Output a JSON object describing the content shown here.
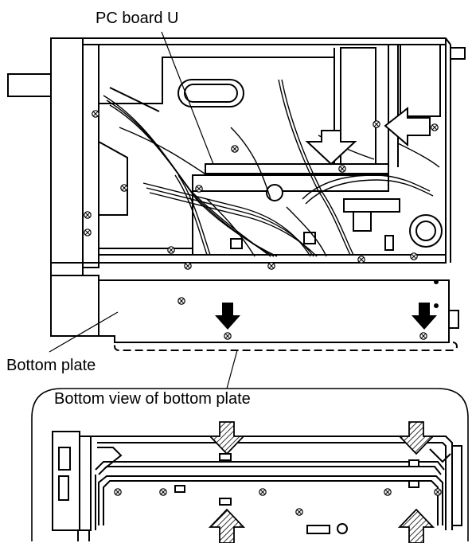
{
  "labels": {
    "pc_board": "PC board U",
    "bottom_plate": "Bottom plate",
    "bottom_view": "Bottom view of bottom plate"
  },
  "colors": {
    "line": "#000000",
    "background": "#ffffff",
    "hatch": "#000000"
  },
  "icons": {
    "down_arrow_outline": "hollow-down-arrow-icon",
    "left_arrow_outline": "hollow-left-arrow-icon",
    "down_arrow_solid": "solid-down-arrow-icon",
    "hatched_arrow": "hatched-arrow-icon",
    "screw": "screw-icon"
  }
}
